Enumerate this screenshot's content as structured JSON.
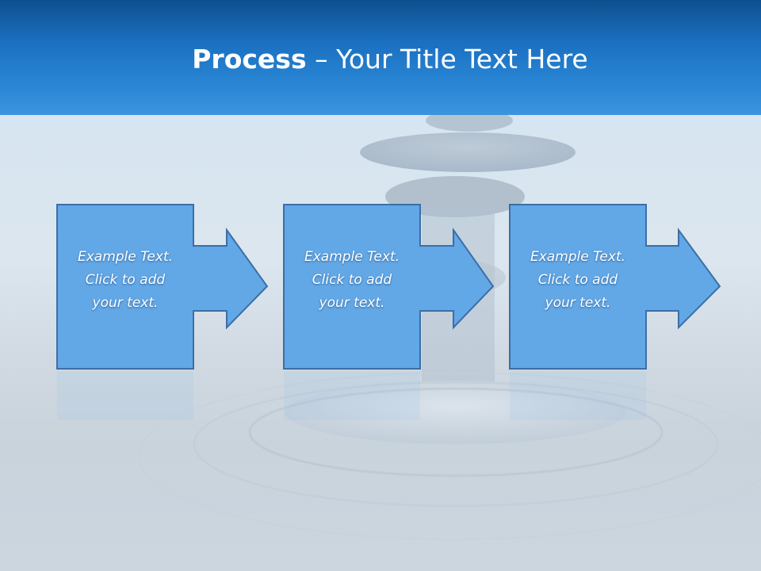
{
  "slide": {
    "title_bold": "Process",
    "title_separator": "–",
    "title_rest": "Your Title Text Here"
  },
  "steps": [
    {
      "line1": "Example Text.",
      "line2": "Click  to add",
      "line3": "your text."
    },
    {
      "line1": "Example Text.",
      "line2": "Click  to add",
      "line3": "your text."
    },
    {
      "line1": "Example Text.",
      "line2": "Click  to add",
      "line3": "your text."
    }
  ],
  "colors": {
    "header": "#1a6fbf",
    "box_fill": "#62a7e6",
    "box_stroke": "#3b6fa6"
  }
}
